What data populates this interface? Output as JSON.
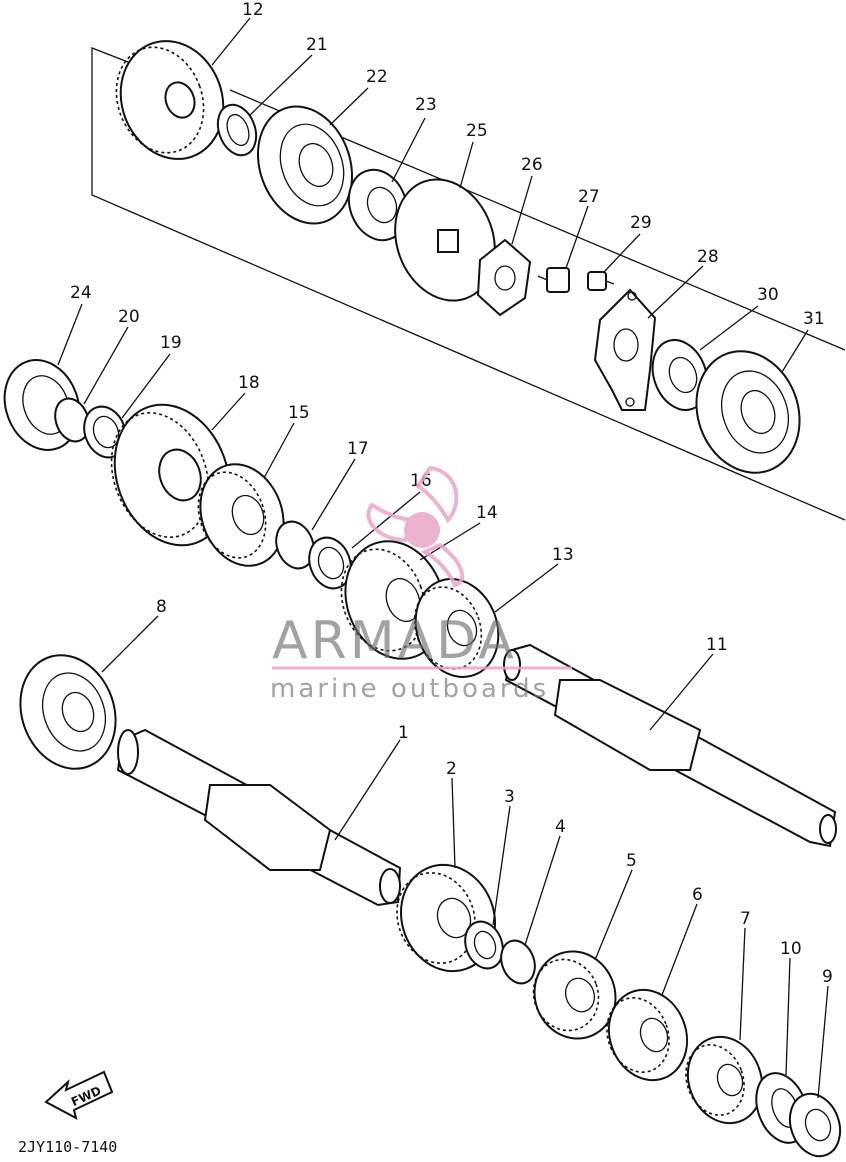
{
  "watermark": {
    "brand": "ARMADA",
    "tagline": "marine outboards",
    "brand_color": "#e9a6c8",
    "text_color": "#6e6e6e"
  },
  "diagram_code": "2JY110-7140",
  "fwd_label": "FWD",
  "callouts": {
    "c1": "1",
    "c2": "2",
    "c3": "3",
    "c4": "4",
    "c5": "5",
    "c6": "6",
    "c7": "7",
    "c8": "8",
    "c9": "9",
    "c10": "10",
    "c11": "11",
    "c12": "12",
    "c13": "13",
    "c14": "14",
    "c15": "15",
    "c16": "16",
    "c17": "17",
    "c18": "18",
    "c19": "19",
    "c20": "20",
    "c21": "21",
    "c22": "22",
    "c23": "23",
    "c24": "24",
    "c25": "25",
    "c26": "26",
    "c27": "27",
    "c28": "28",
    "c29": "29",
    "c30": "30",
    "c31": "31"
  }
}
